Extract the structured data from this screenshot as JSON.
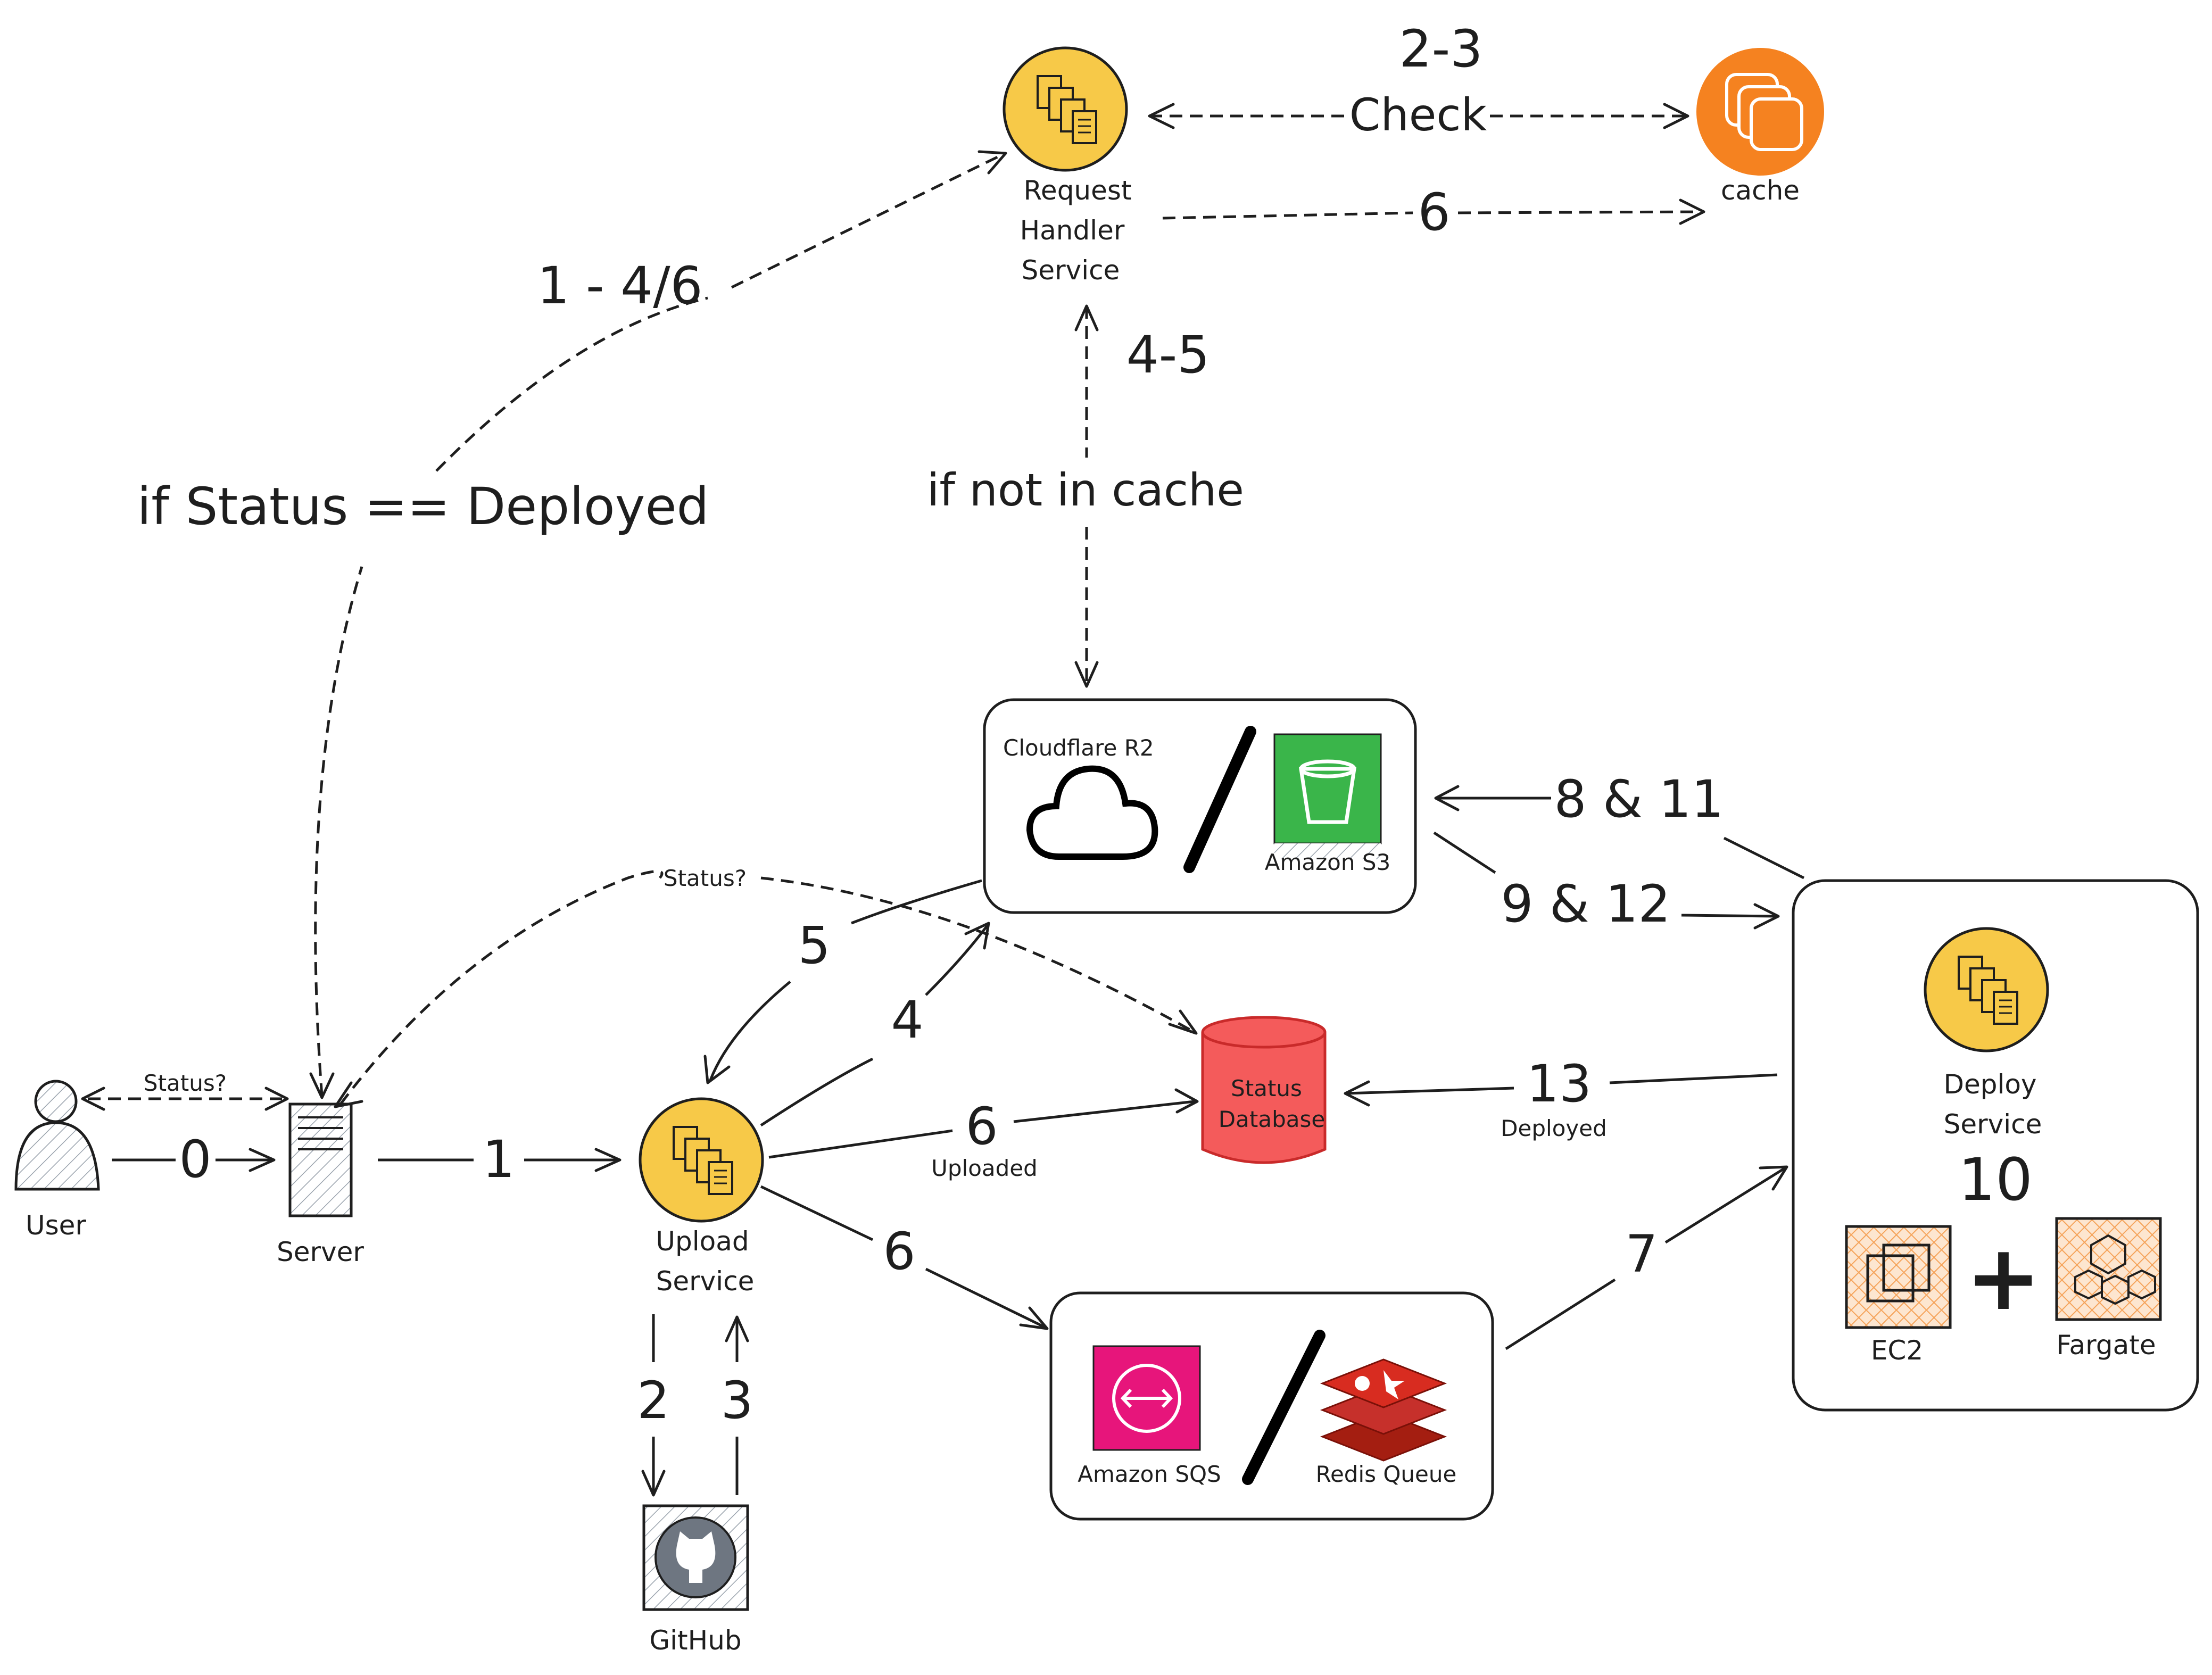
{
  "nodes": {
    "user": "User",
    "server": "Server",
    "upload_service": [
      "Upload",
      "Service"
    ],
    "github": "GitHub",
    "request_handler": [
      "Request",
      "Handler",
      "Service"
    ],
    "cache": "cache",
    "storage": {
      "cloudflare": "Cloudflare R2",
      "s3": "Amazon S3"
    },
    "status_db": [
      "Status",
      "Database"
    ],
    "queue": {
      "sqs": "Amazon SQS",
      "redis": "Redis Queue"
    },
    "deploy_service": [
      "Deploy",
      "Service"
    ],
    "deploy_step": "10",
    "ec2": "EC2",
    "plus": "+",
    "fargate": "Fargate",
    "separator": "/"
  },
  "edges": {
    "user_server_status": "Status?",
    "user_server": "0",
    "server_upload": "1",
    "upload_github": "2",
    "github_upload": "3",
    "upload_storage": "4",
    "storage_upload": "5",
    "upload_db": "6",
    "upload_db_sub": "Uploaded",
    "upload_queue": "6",
    "queue_deploy": "7",
    "storage_to_deploy": "9 & 12",
    "deploy_to_storage": "8 & 11",
    "deploy_db": "13",
    "deploy_db_sub": "Deployed",
    "server_db_status": "Status?",
    "server_rh": "1 - 4/6",
    "server_rh_cond": "if Status == Deployed",
    "rh_storage": "4-5",
    "rh_storage_cond": "if not in cache",
    "rh_cache_step": "2-3",
    "rh_cache_check": "Check",
    "rh_cache_write": "6"
  },
  "colors": {
    "service_fill": "#f7c948",
    "cache_fill": "#f58220",
    "s3_fill": "#3ab54a",
    "db_fill": "#f45b5b",
    "sqs_fill": "#e7157b",
    "redis_fill": "#c6302b",
    "compute_fill": "#f5a35a"
  }
}
